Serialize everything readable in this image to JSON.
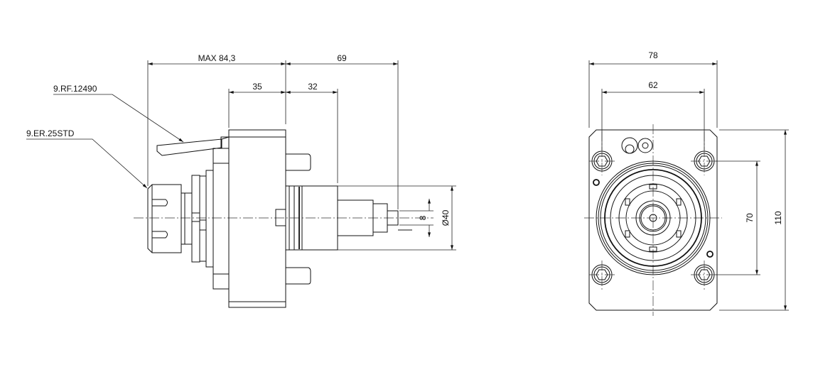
{
  "side_view": {
    "dims": {
      "max_length": "MAX 84,3",
      "shaft_length": "69",
      "body_width": "35",
      "shoulder": "32",
      "shaft_dia_small": "8",
      "shaft_dia": "Ø40"
    },
    "callouts": {
      "wrench": "9.RF.12490",
      "collet": "9.ER.25STD"
    }
  },
  "front_view": {
    "dims": {
      "width": "78",
      "hole_spacing_h": "62",
      "hole_spacing_v": "70",
      "height": "110"
    }
  }
}
